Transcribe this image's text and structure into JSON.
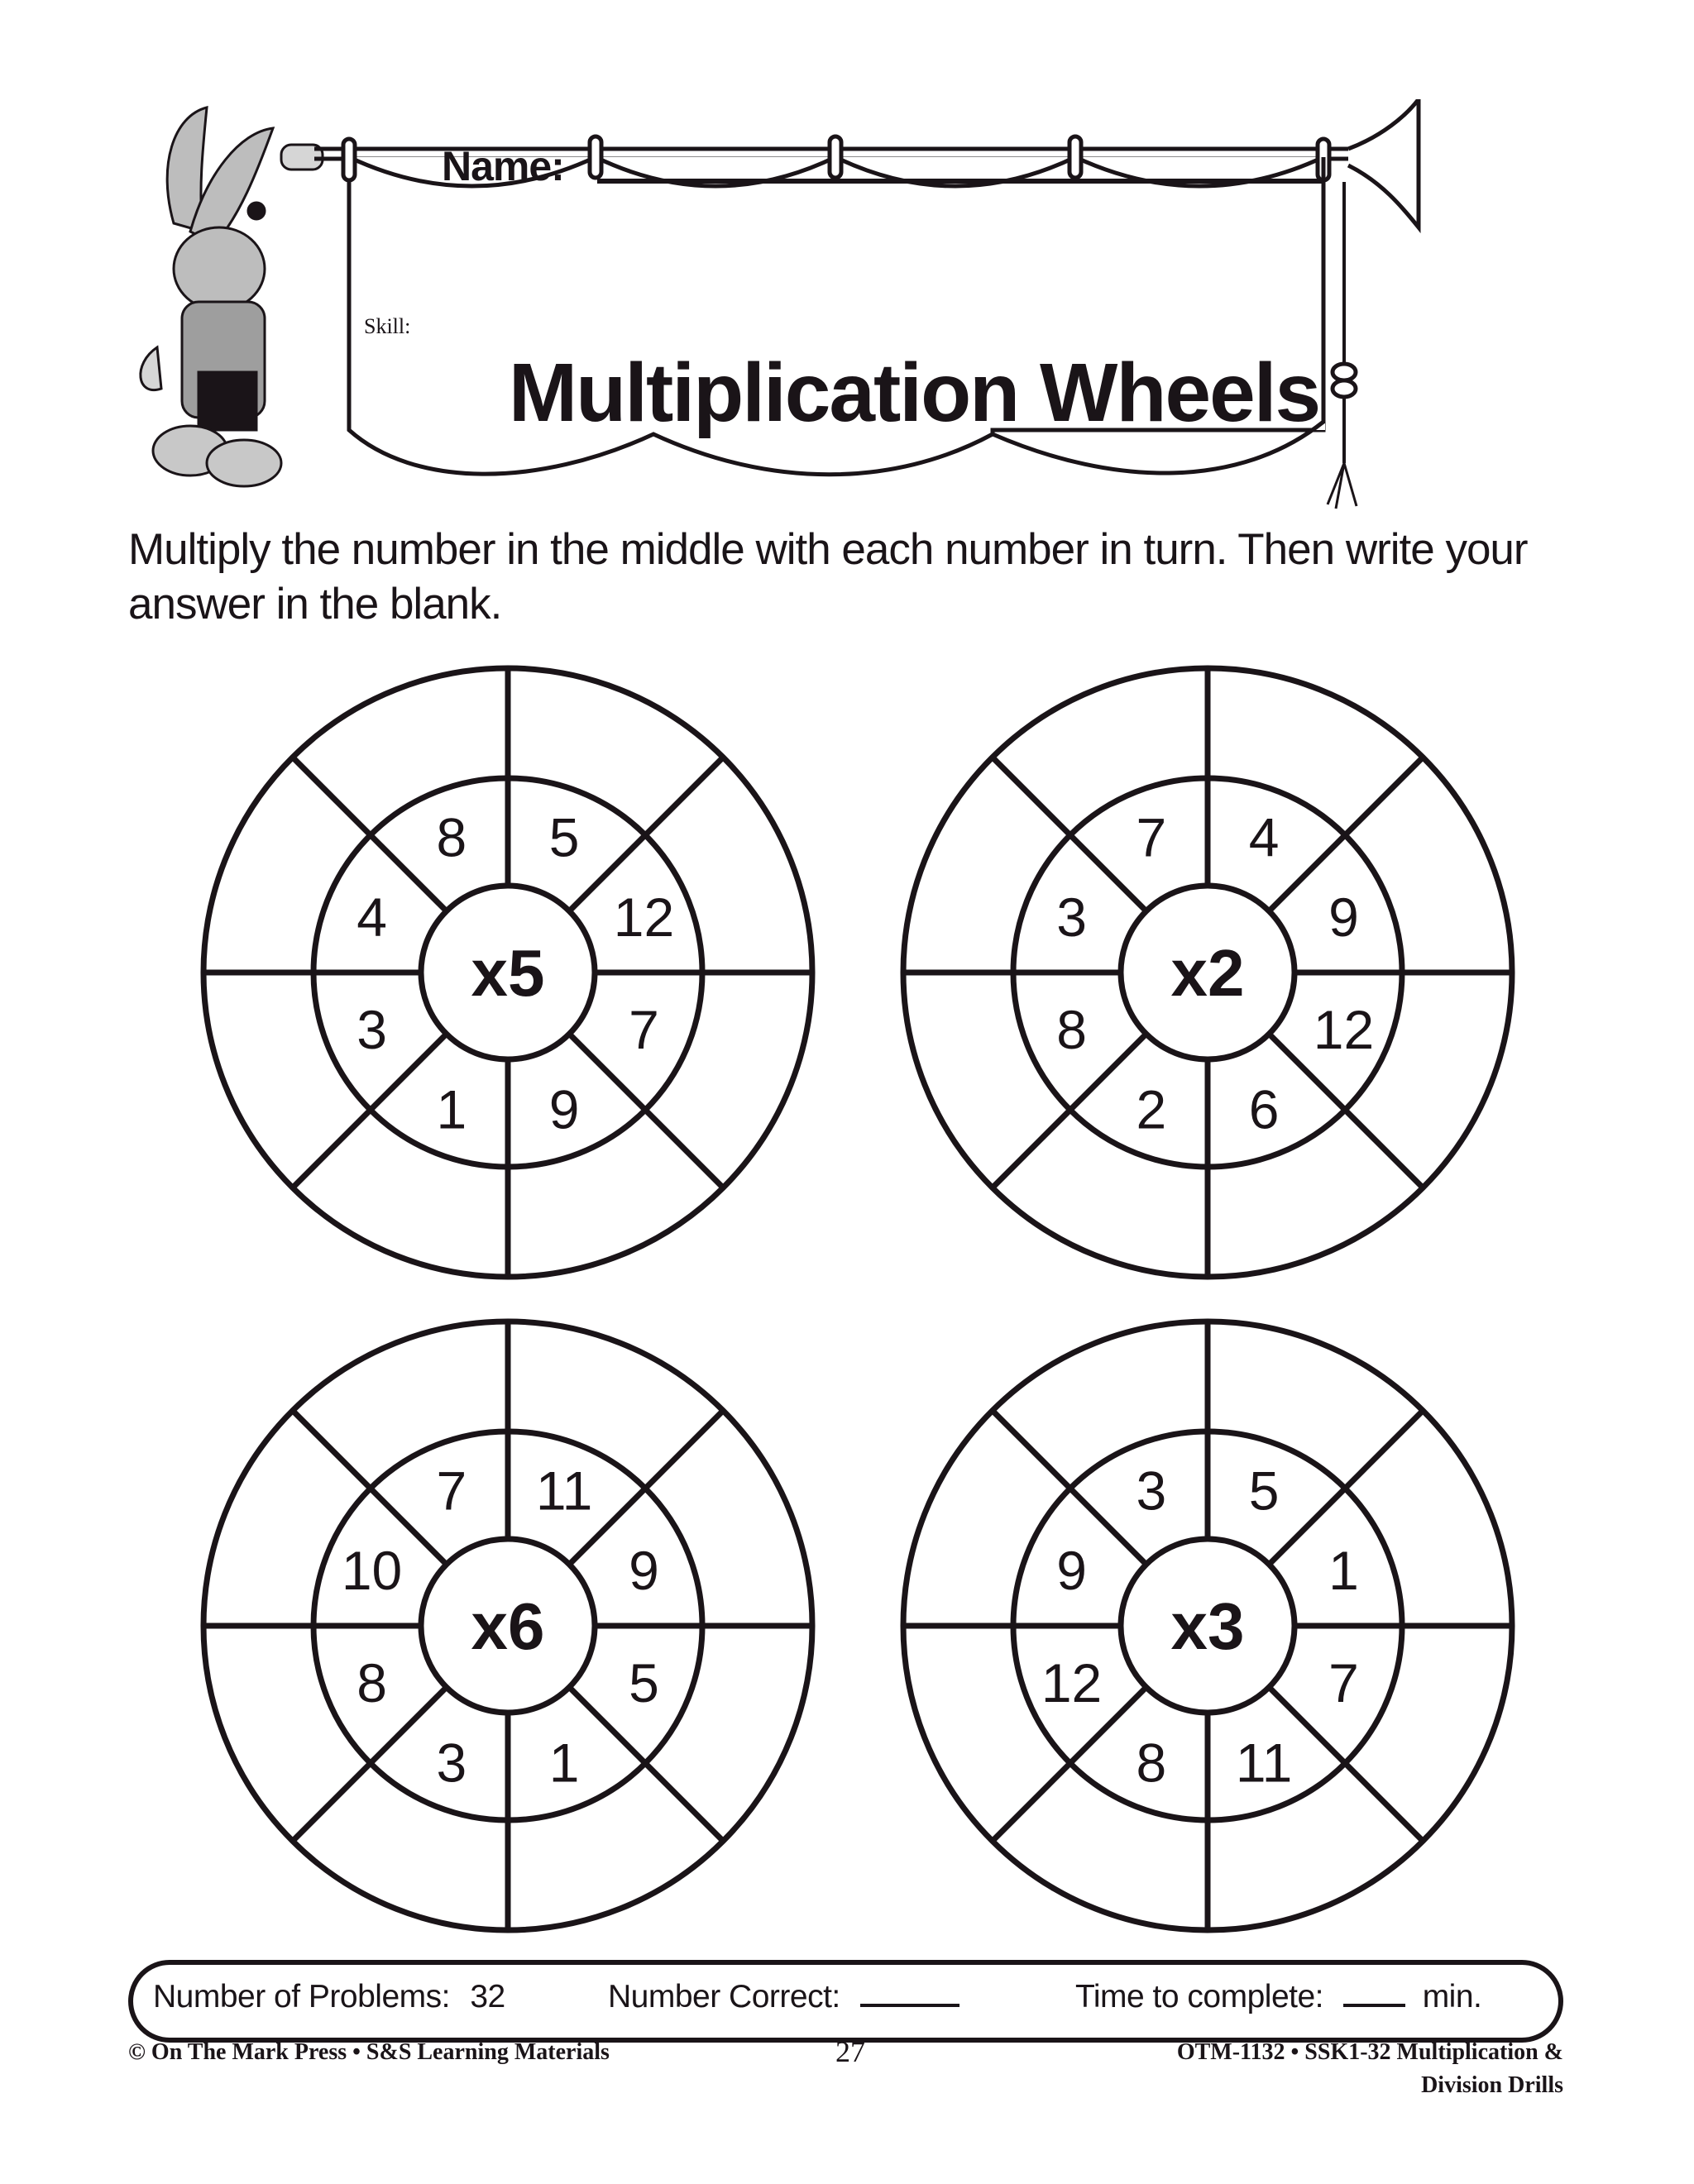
{
  "header": {
    "name_label": "Name:",
    "skill_label": "Skill:",
    "title": "Multiplication Wheels",
    "illustration": "rabbit-blowing-trumpet-with-banner-icon"
  },
  "instructions": "Multiply the number in the middle with each number in turn.  Then write your answer in the blank.",
  "wheels": [
    {
      "multiplier": "x5",
      "numbers": [
        "8",
        "5",
        "12",
        "7",
        "9",
        "1",
        "3",
        "4"
      ]
    },
    {
      "multiplier": "x2",
      "numbers": [
        "7",
        "4",
        "9",
        "12",
        "6",
        "2",
        "8",
        "3"
      ]
    },
    {
      "multiplier": "x6",
      "numbers": [
        "7",
        "11",
        "9",
        "5",
        "1",
        "3",
        "8",
        "10"
      ]
    },
    {
      "multiplier": "x3",
      "numbers": [
        "3",
        "5",
        "1",
        "7",
        "11",
        "8",
        "12",
        "9"
      ]
    }
  ],
  "score_box": {
    "problems_label": "Number of Problems:",
    "problems_value": "32",
    "correct_label": "Number Correct:",
    "time_label": "Time to complete:",
    "time_unit": "min."
  },
  "footer": {
    "copyright": "© On The Mark Press • S&S Learning Materials",
    "page_number": "27",
    "product_line1": "OTM-1132 • SSK1-32 Multiplication &",
    "product_line2": "Division Drills"
  }
}
